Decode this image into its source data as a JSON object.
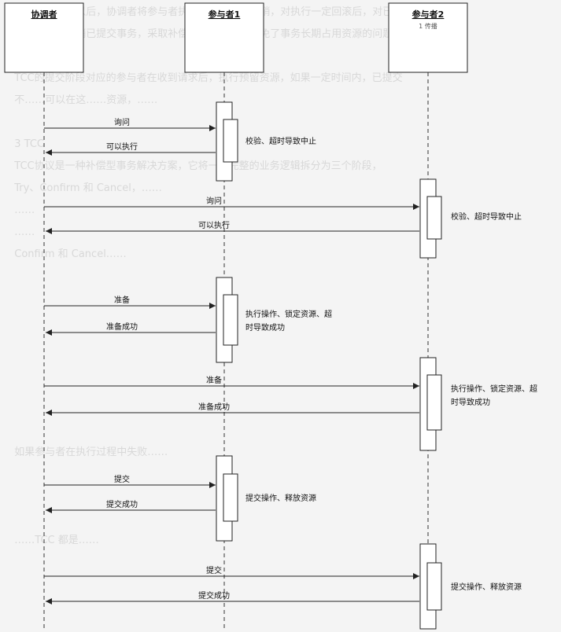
{
  "background_text": "  在本系统实现以后，协调者将参与者执行的任务申请撤销，对执行一定回滚后，对已完成的\n  参与者都会撤销已提交事务，采取补偿措施，这样就避免了事务长期占用资源的问题\n  的有效方法。\n  TCC的提交阶段对应的参与者在收到请求后，执行预留资源，如果一定时间内，已提交\n  不……可以在这……资源，……\n\n  3 TCC\n  TCC协议是一种补偿型事务解决方案，它将一个完整的业务逻辑拆分为三个阶段，\n  Try、Confirm 和 Cancel，……\n  ……\n  ……\n  Confirm 和 Cancel……\n\n\n\n\n\n\n\n\n  如果参与者在执行过程中失败……\n\n\n\n  ……TCC 都是……",
  "participants": [
    {
      "name": "协调者",
      "tag": ""
    },
    {
      "name": "参与者1",
      "tag": ""
    },
    {
      "name": "参与者2",
      "tag": "1 传播"
    }
  ],
  "messages": [
    {
      "label": "询问"
    },
    {
      "label": "可以执行"
    },
    {
      "label": "询问"
    },
    {
      "label": "可以执行"
    },
    {
      "label": "准备"
    },
    {
      "label": "准备成功"
    },
    {
      "label": "准备"
    },
    {
      "label": "准备成功"
    },
    {
      "label": "提交"
    },
    {
      "label": "提交成功"
    },
    {
      "label": "提交"
    },
    {
      "label": "提交成功"
    }
  ],
  "notes": [
    {
      "lines": [
        "校验、超时导致中止"
      ]
    },
    {
      "lines": [
        "校验、超时导致中止"
      ]
    },
    {
      "lines": [
        "执行操作、锁定资源、超",
        "时导致成功"
      ]
    },
    {
      "lines": [
        "执行操作、锁定资源、超",
        "时导致成功"
      ]
    },
    {
      "lines": [
        "提交操作、释放资源"
      ]
    },
    {
      "lines": [
        "提交操作、释放资源"
      ]
    }
  ],
  "colors": {
    "line": "#222222",
    "box": "#ffffff",
    "text": "#111111"
  }
}
